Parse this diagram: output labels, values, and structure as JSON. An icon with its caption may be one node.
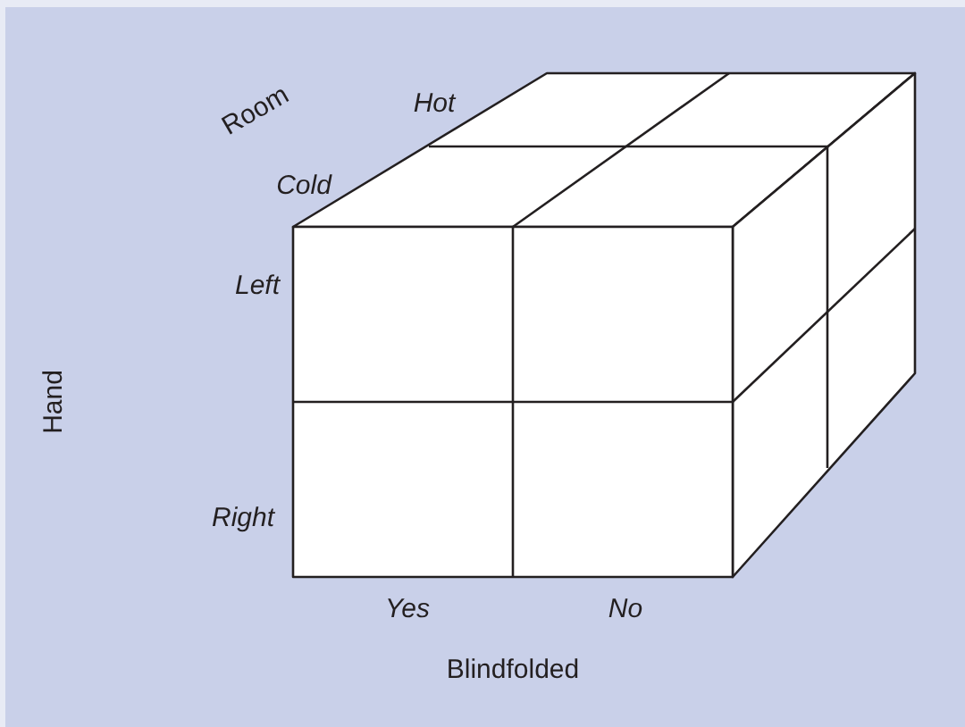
{
  "diagram": {
    "labels": [
      "Room",
      "Hot",
      "Cold",
      "Left",
      "Hand",
      "Right",
      "Yes",
      "No",
      "Blindfolded"
    ]
  }
}
